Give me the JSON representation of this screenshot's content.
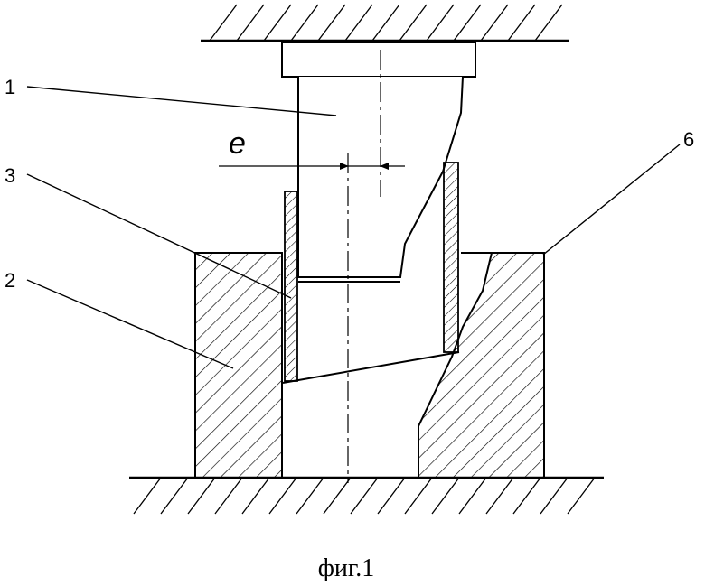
{
  "figure": {
    "caption": "фиг.1",
    "eccentricity_label": "e",
    "callouts": [
      {
        "id": "1",
        "label": "1"
      },
      {
        "id": "2",
        "label": "2"
      },
      {
        "id": "3",
        "label": "3"
      },
      {
        "id": "6",
        "label": "6"
      }
    ]
  }
}
